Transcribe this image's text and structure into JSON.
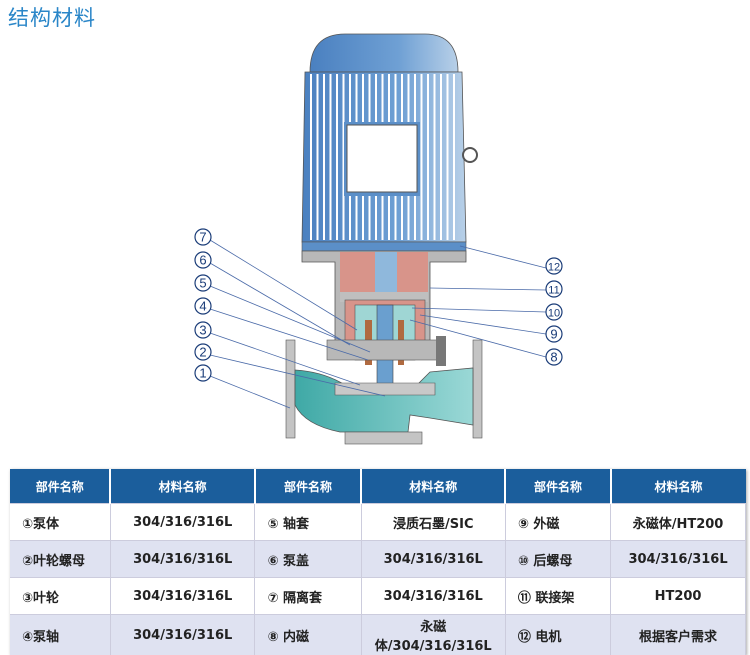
{
  "title": "结构材料",
  "callouts": {
    "left": [
      "7",
      "6",
      "5",
      "4",
      "3",
      "2",
      "1"
    ],
    "right": [
      "12",
      "11",
      "10",
      "9",
      "8"
    ]
  },
  "table": {
    "headers": [
      "部件名称",
      "材料名称",
      "部件名称",
      "材料名称",
      "部件名称",
      "材料名称"
    ],
    "rows": [
      [
        "①泵体",
        "304/316/316L",
        "⑤ 轴套",
        "浸质石墨/SIC",
        "⑨ 外磁",
        "永磁体/HT200"
      ],
      [
        "②叶轮螺母",
        "304/316/316L",
        "⑥ 泵盖",
        "304/316/316L",
        "⑩ 后螺母",
        "304/316/316L"
      ],
      [
        "③叶轮",
        "304/316/316L",
        "⑦ 隔离套",
        "304/316/316L",
        "⑪ 联接架",
        "HT200"
      ],
      [
        "④泵轴",
        "304/316/316L",
        "⑧ 内磁",
        "永磁体/304/316/316L",
        "⑫ 电机",
        "根据客户需求"
      ]
    ]
  },
  "colors": {
    "header": "#1b5e9c",
    "title": "#2a86c8",
    "motor": "#5b8fc8",
    "fluid": "#5bbcb8",
    "bracket": "#d8948a"
  }
}
